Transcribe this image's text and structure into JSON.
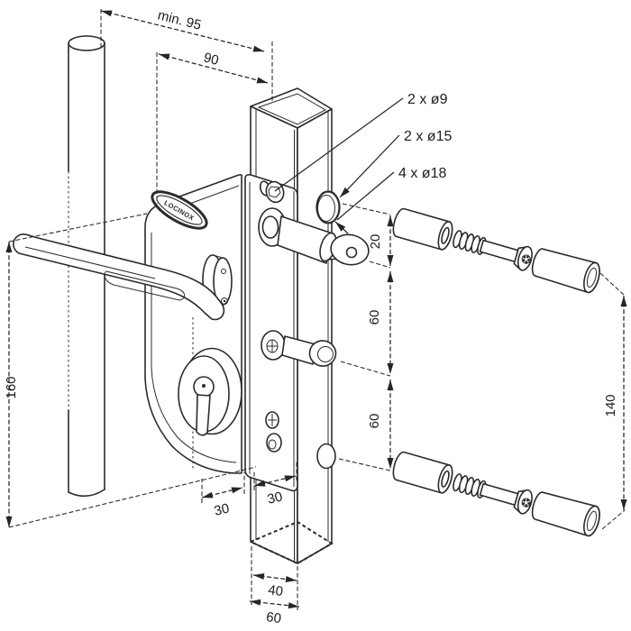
{
  "drawing": {
    "brand": "LOCINOX",
    "dimensions": {
      "min_width": "min. 95",
      "backset_total": "90",
      "lock_height": "160",
      "latch_offset": "20",
      "hole_spacing_upper": "60",
      "hole_spacing_lower": "60",
      "fixing_spacing": "140",
      "case_backset": "30",
      "plate_backset": "30",
      "post_depth": "40",
      "post_width": "60"
    },
    "callouts": {
      "holes_small": "2 x ø9",
      "holes_medium": "2 x ø15",
      "holes_large": "4 x ø18"
    },
    "colors": {
      "line": "#2b2b2b",
      "background": "#ffffff"
    }
  }
}
